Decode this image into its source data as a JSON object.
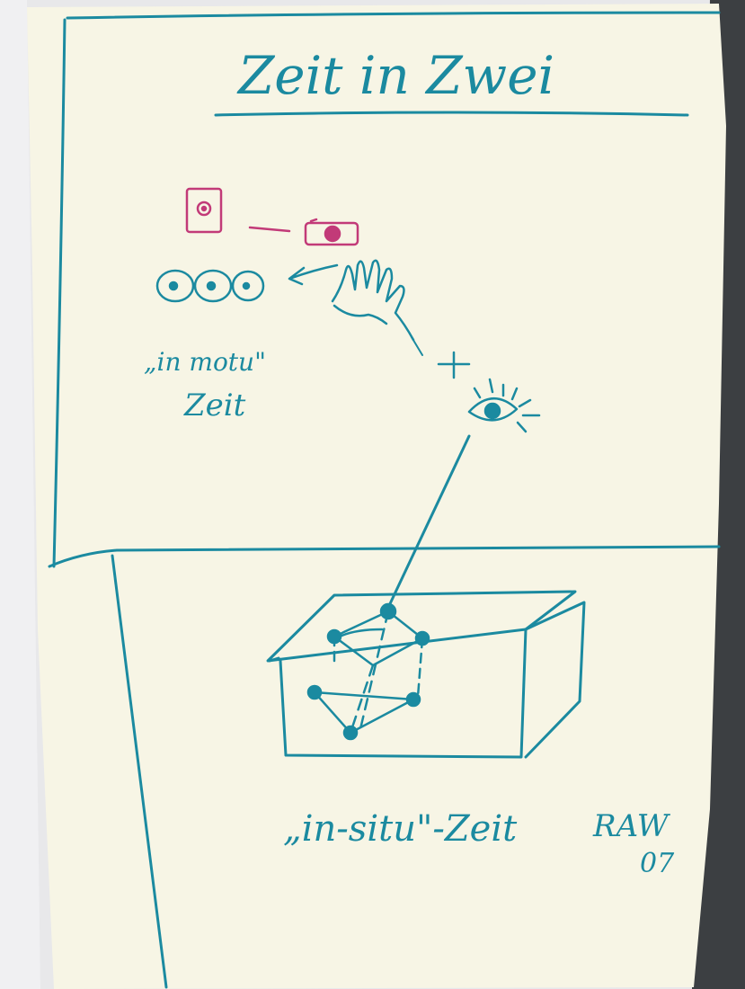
{
  "sketch": {
    "title": "Zeit in Zwei",
    "top_label_line1": "„in motu\"",
    "top_label_line2": "Zeit",
    "bottom_label": "„in-situ\"-Zeit",
    "signature": "RAW",
    "signature_year": "07",
    "colors": {
      "ink_blue": "#1b8aa0",
      "ink_magenta": "#c23a78",
      "paper": "#f7f5e6",
      "background_wall": "#e9e9eb",
      "shadow": "#3a3d40"
    }
  }
}
